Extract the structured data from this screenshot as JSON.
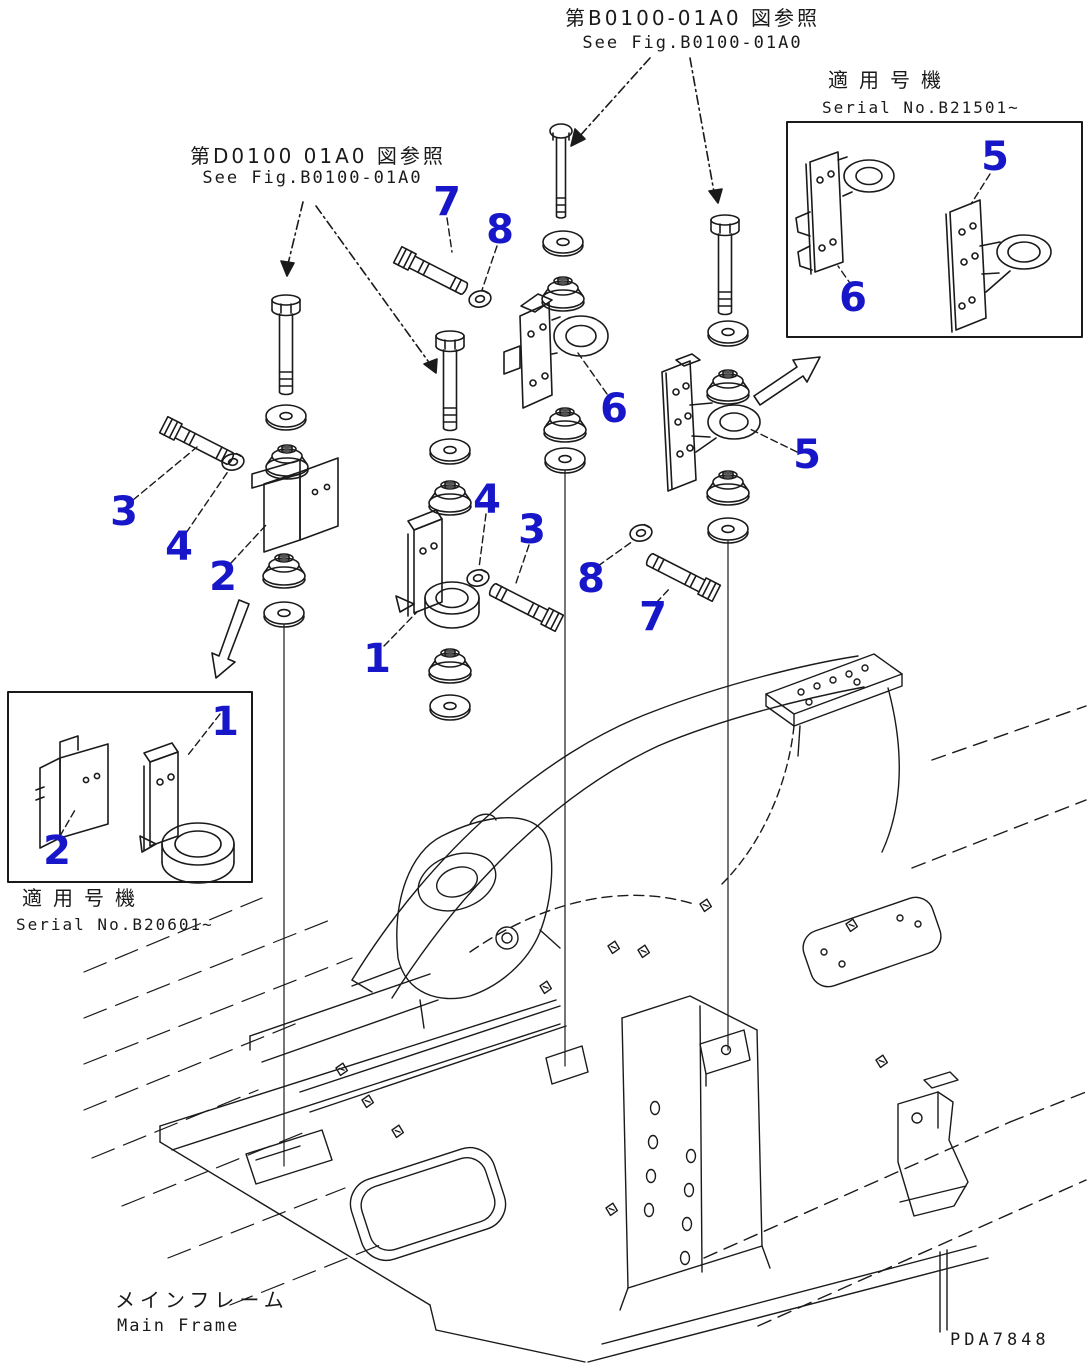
{
  "page": {
    "title": "Main Frame mounting parts diagram",
    "part_code": "PDA7848"
  },
  "colors": {
    "callout": "#1717c9",
    "line": "#1a1a1a",
    "background": "#ffffff"
  },
  "labels": {
    "top_ref_jp": "第B0100-01A0 図参照",
    "top_ref_en": "See Fig.B0100-01A0",
    "left_ref_jp": "第D0100 01A0 図参照",
    "left_ref_en": "See Fig.B0100-01A0",
    "serial_right_jp": "適用号機",
    "serial_right_en": "Serial No.B21501~",
    "serial_left_jp": "適用号機",
    "serial_left_en": "Serial No.B20601~",
    "main_frame_jp": "メインフレーム",
    "main_frame_en": "Main Frame"
  },
  "callouts": [
    {
      "label": "7"
    },
    {
      "label": "8"
    },
    {
      "label": "6"
    },
    {
      "label": "5"
    },
    {
      "label": "6"
    },
    {
      "label": "5"
    },
    {
      "label": "3"
    },
    {
      "label": "4"
    },
    {
      "label": "2"
    },
    {
      "label": "4"
    },
    {
      "label": "3"
    },
    {
      "label": "1"
    },
    {
      "label": "8"
    },
    {
      "label": "7"
    },
    {
      "label": "1"
    },
    {
      "label": "2"
    }
  ]
}
